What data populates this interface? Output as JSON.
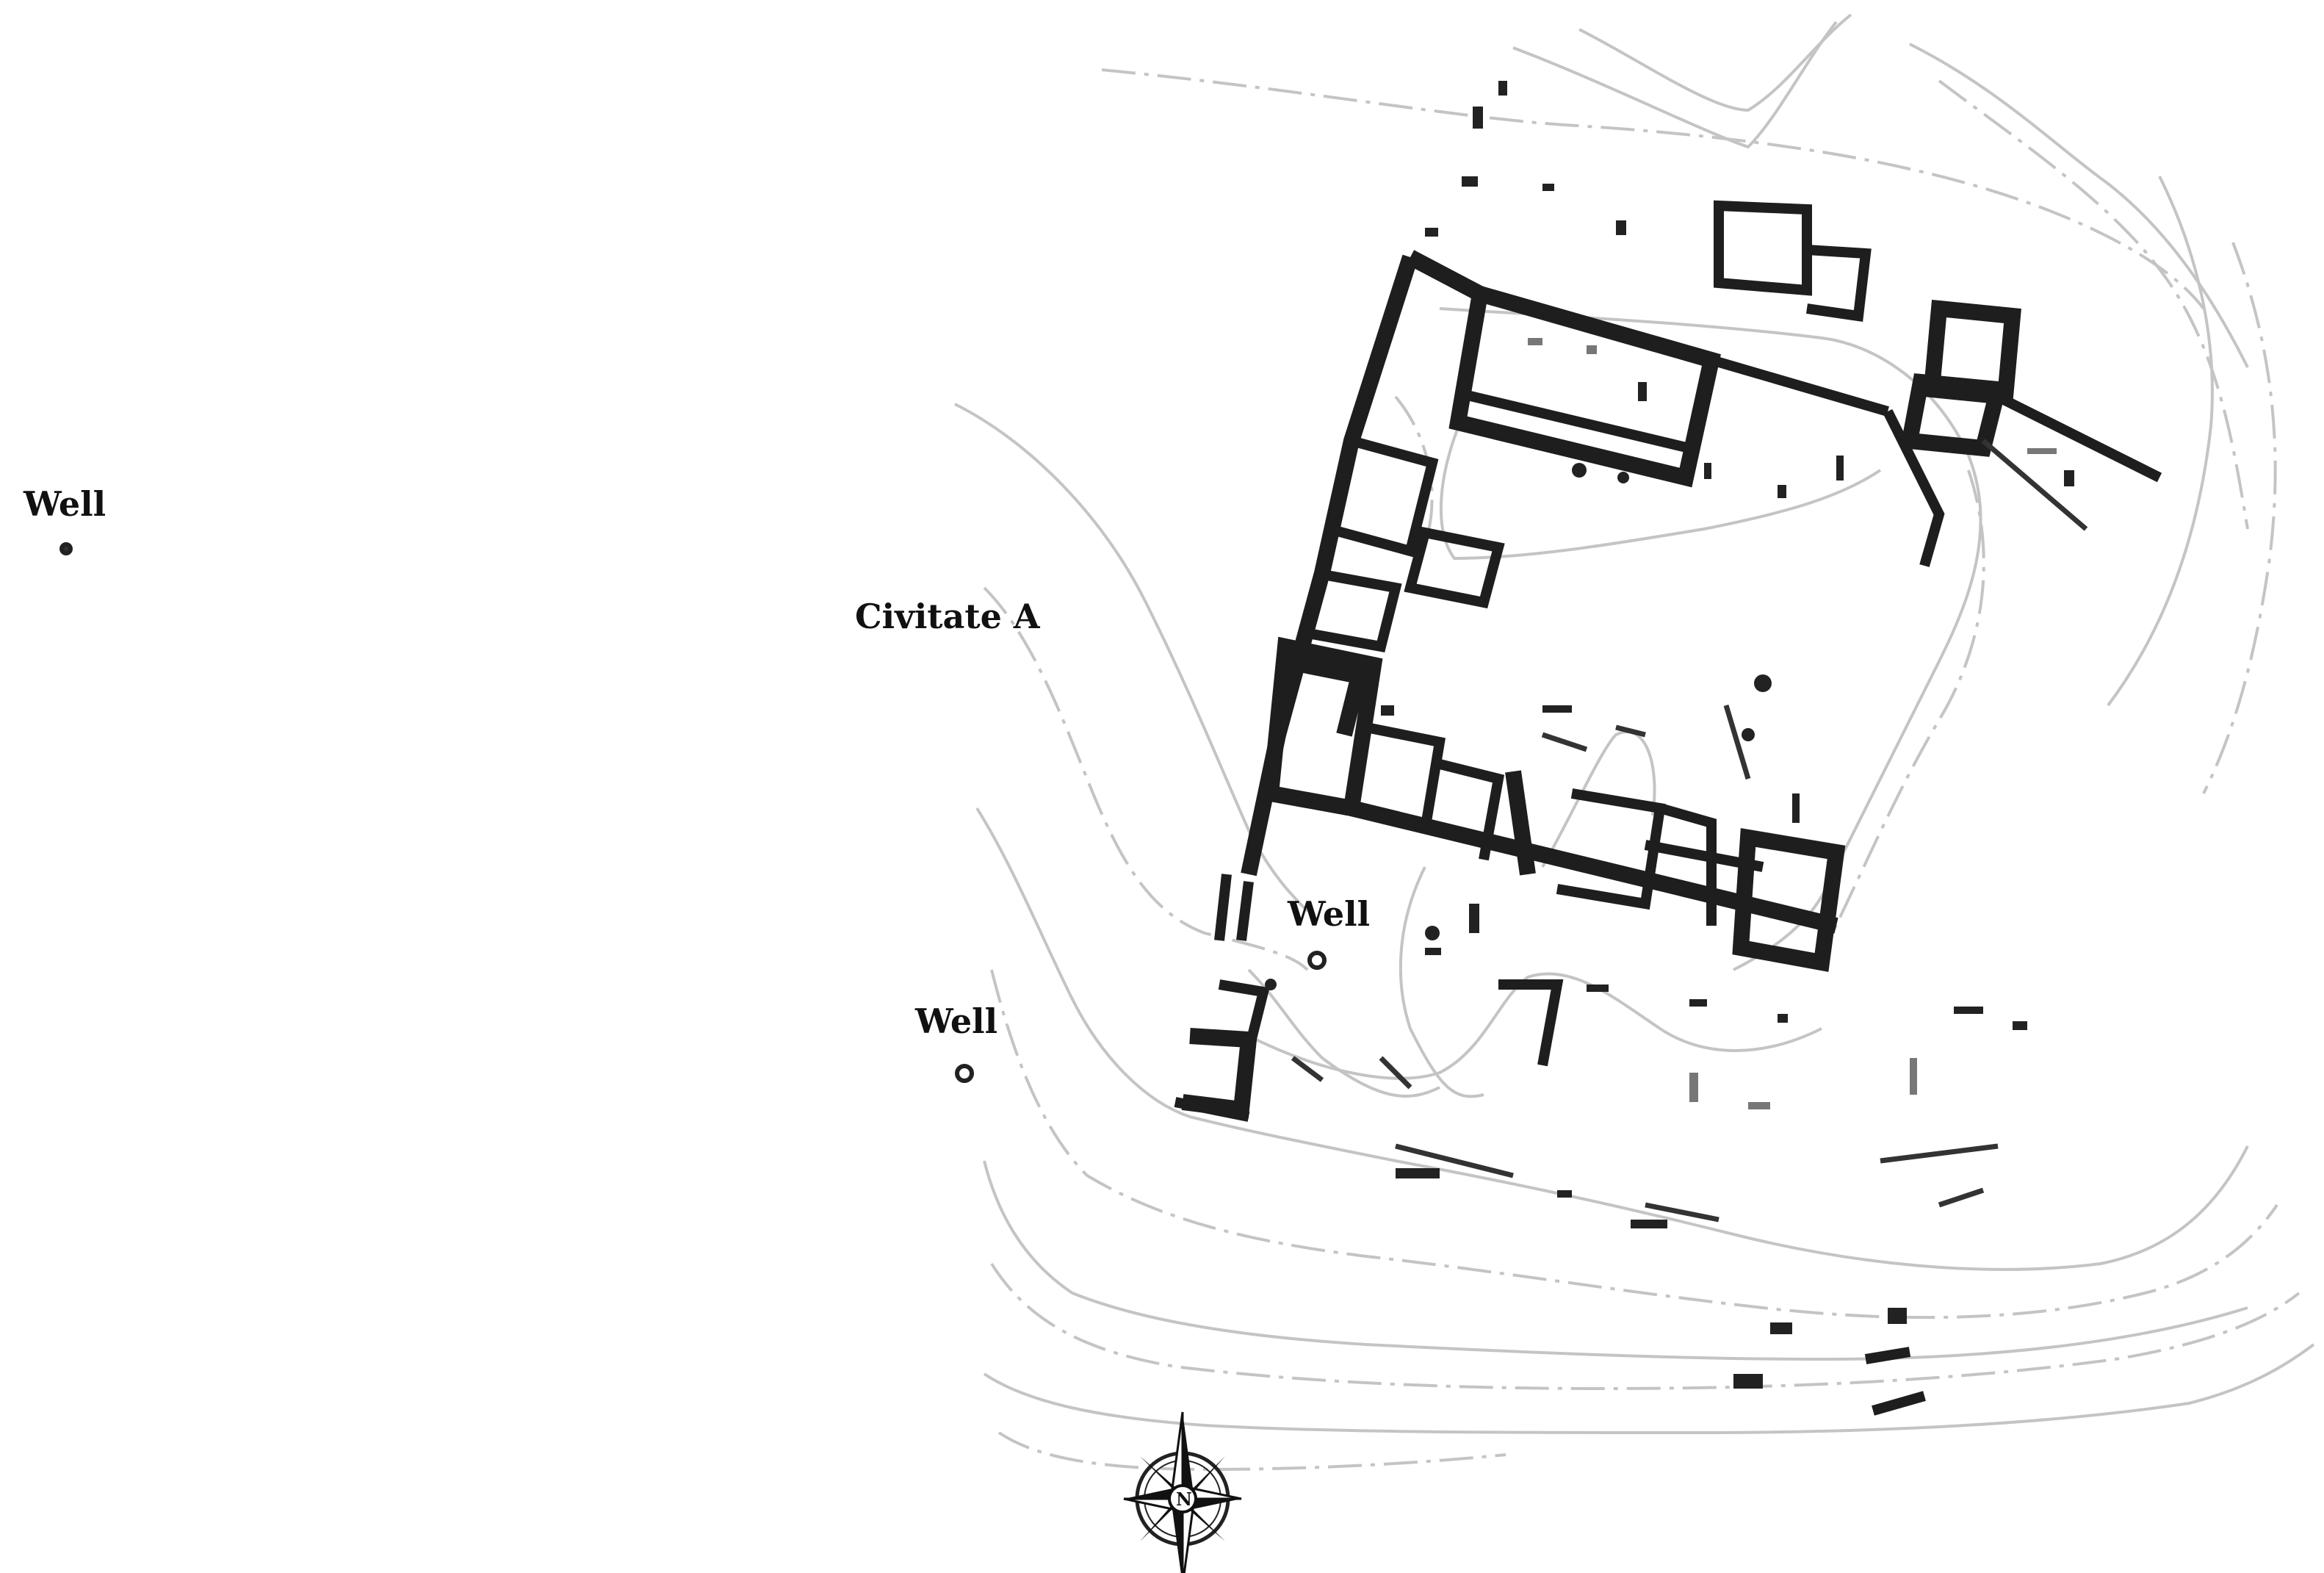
{
  "labels": {
    "well_west": "Well",
    "civitate": "Civitate A",
    "well_center": "Well",
    "well_southwest": "Well"
  },
  "compass": {
    "letter": "N"
  },
  "colors": {
    "walls": "#1e1e1e",
    "contours": "#c4c4c4",
    "background": "#ffffff",
    "labels": "#111111"
  },
  "icons": {
    "compass": "compass-rose-icon",
    "well": "well-marker-icon"
  }
}
